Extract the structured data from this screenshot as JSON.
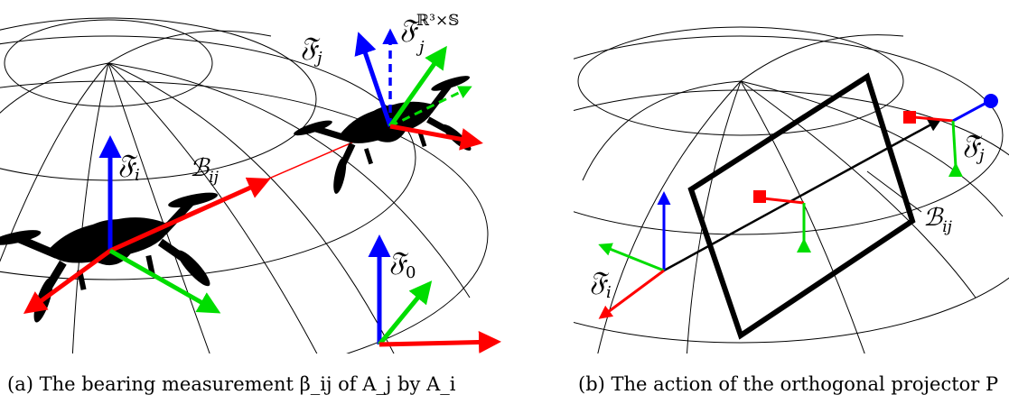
{
  "panel_a": {
    "caption": "(a) The bearing measurement β_ij of A_j by A_i",
    "labels": {
      "frame_j": "𝔉",
      "frame_j_sub": "j",
      "frame_j_lifted": "𝔉",
      "frame_j_lifted_sub": "j",
      "frame_j_lifted_sup": "ℝ³×𝕊",
      "frame_i": "𝔉",
      "frame_i_sub": "i",
      "bearing": "ℬ",
      "bearing_sub": "ij",
      "frame_0": "𝔉",
      "frame_0_sub": "0"
    }
  },
  "panel_b": {
    "caption": "(b) The action of the orthogonal projector P",
    "labels": {
      "frame_j": "𝔉",
      "frame_j_sub": "j",
      "frame_i": "𝔉",
      "frame_i_sub": "i",
      "bearing": "ℬ",
      "bearing_sub": "ij"
    }
  },
  "colors": {
    "x_axis": "#ff0000",
    "y_axis": "#00dd00",
    "z_axis": "#0000ff",
    "grid": "#000000"
  }
}
